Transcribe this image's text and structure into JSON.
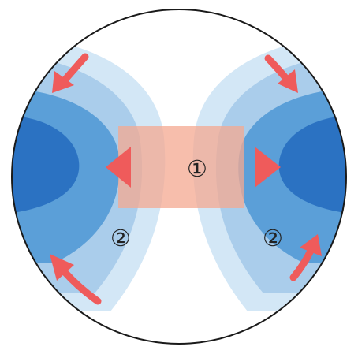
{
  "labels": {
    "center": "①",
    "left": "②",
    "right": "②"
  },
  "colors": {
    "outline": "#1a1a1a",
    "background": "#ffffff",
    "blue_light": "#d3e7f6",
    "blue_mid_light": "#aacdeb",
    "blue_mid": "#5b9fd8",
    "blue_dark": "#2b72c2",
    "central_band": "#f4a890",
    "arrow": "#ef5b5b"
  },
  "icons": {
    "arrow_left_inward": "triangle-left-icon",
    "arrow_right_inward": "triangle-right-icon",
    "curved_arrows": "curved-arrow-icon"
  }
}
